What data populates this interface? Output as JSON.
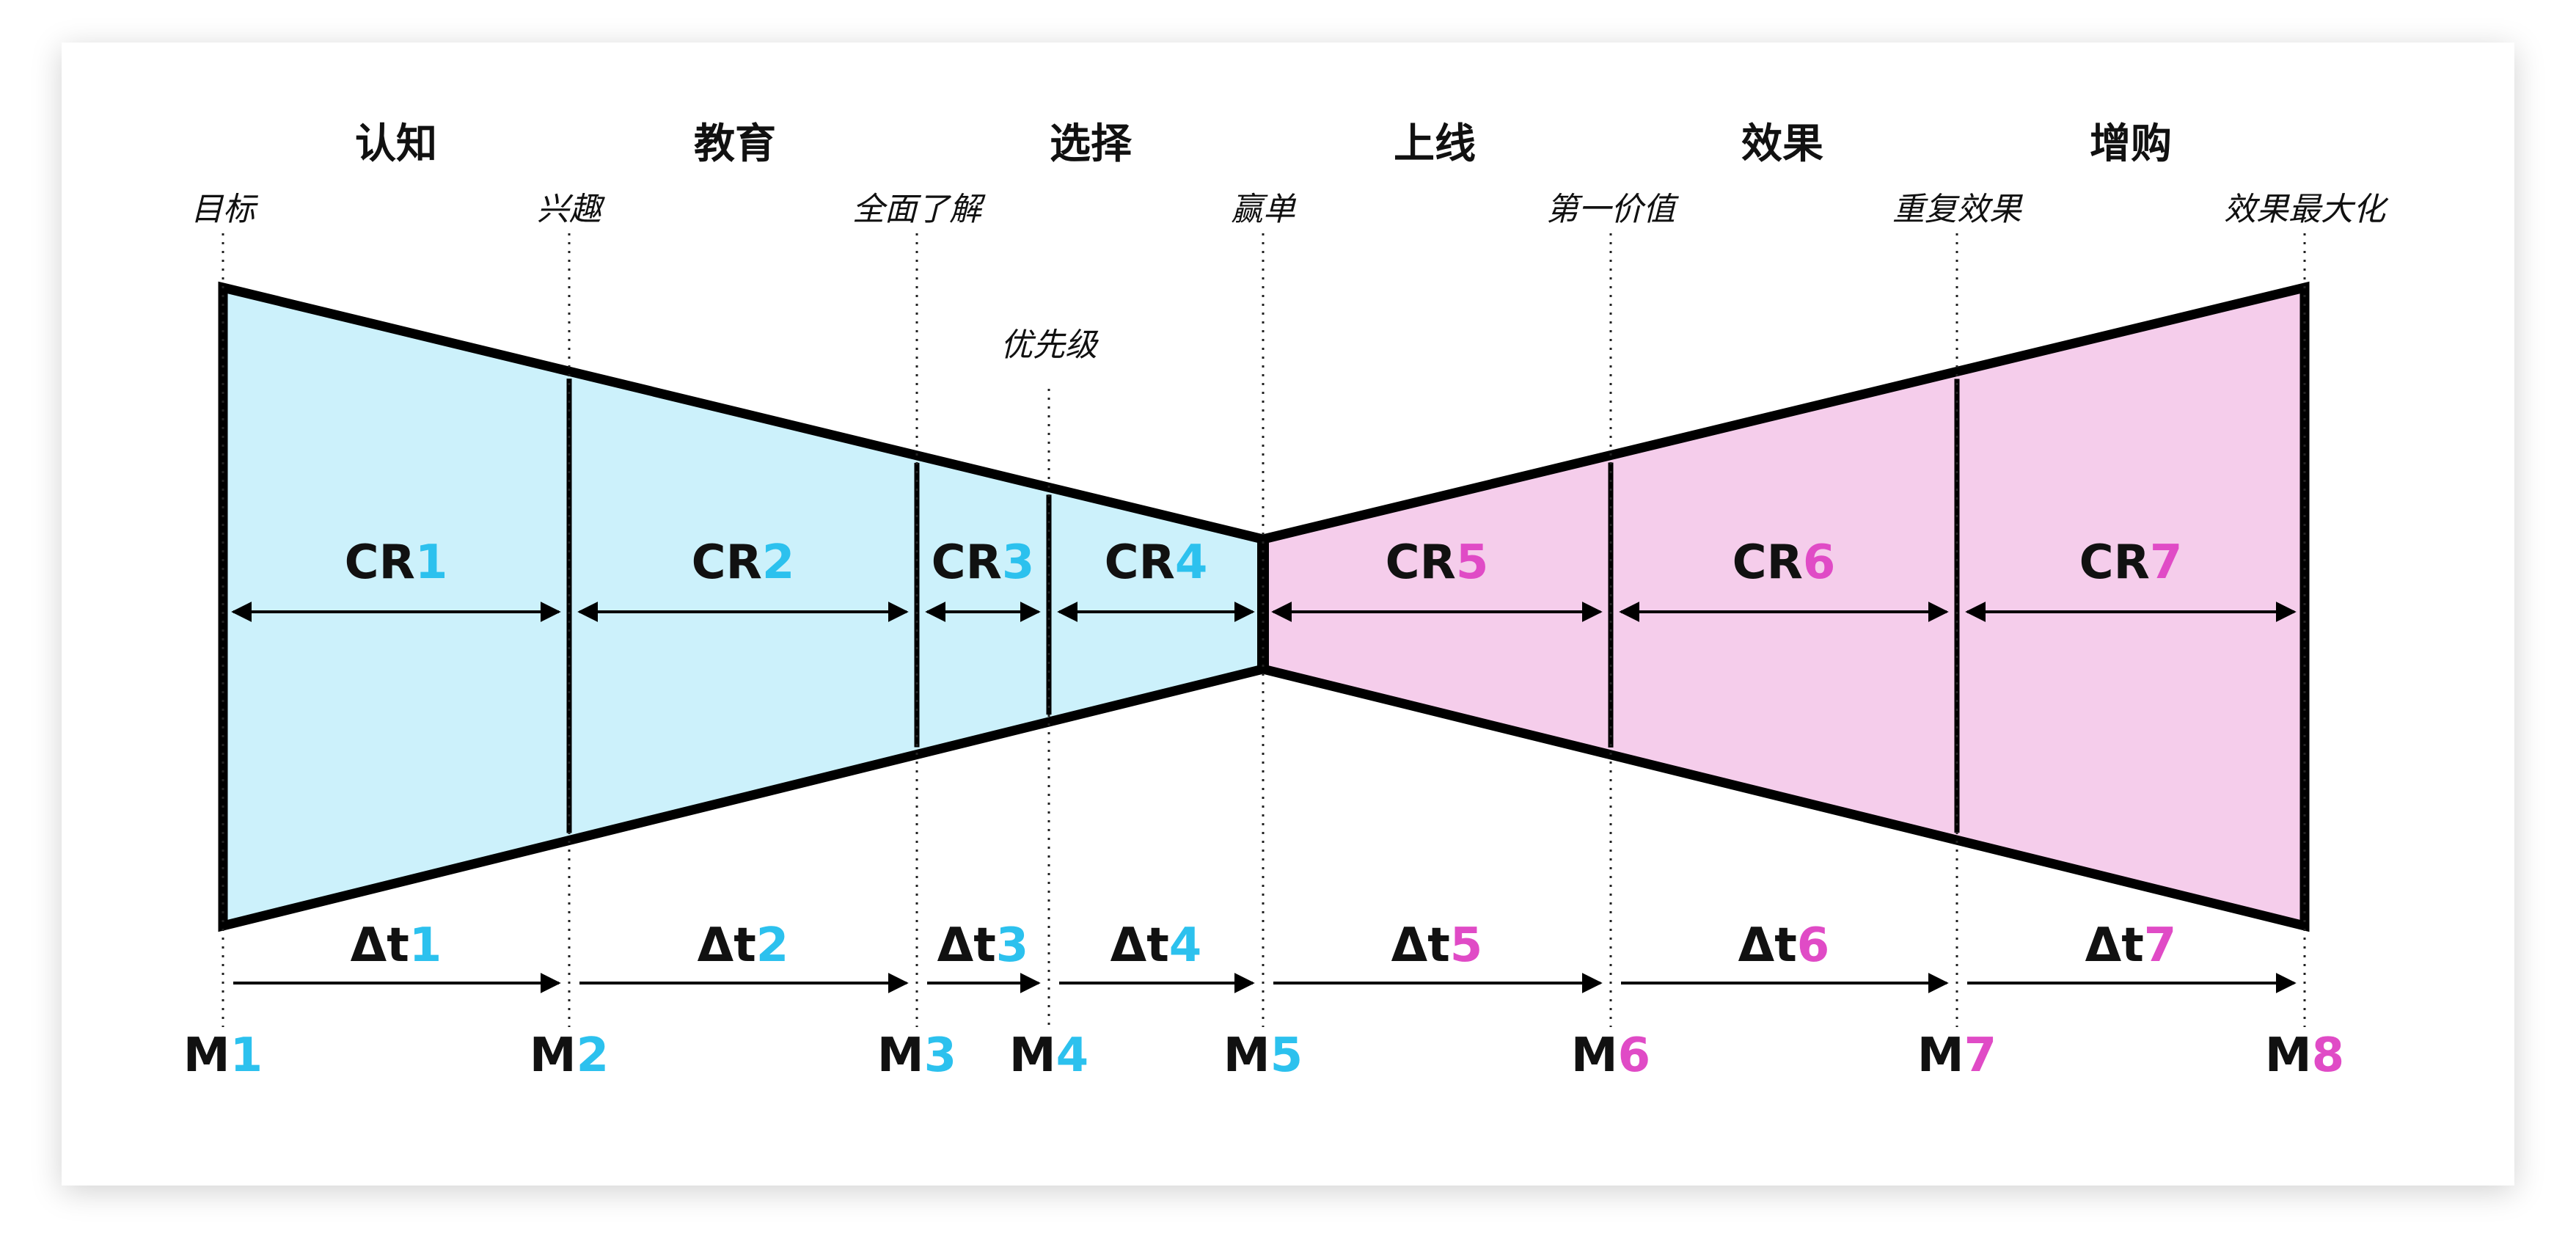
{
  "colors": {
    "left_fill": "#CCF1FB",
    "right_fill": "#F5CDEB",
    "outline": "#000000",
    "cyan": "#2CC1EE",
    "magenta": "#E04BC6"
  },
  "stages": [
    {
      "label": "认知"
    },
    {
      "label": "教育"
    },
    {
      "label": "选择"
    },
    {
      "label": "上线"
    },
    {
      "label": "效果"
    },
    {
      "label": "增购"
    }
  ],
  "milestone_labels": [
    "目标",
    "兴趣",
    "全面了解",
    "赢单",
    "第一价值",
    "重复效果",
    "效果最大化"
  ],
  "extra_label": "优先级",
  "segments": [
    {
      "cr_prefix": "CR",
      "cr_num": "1",
      "dt_prefix": "Δt",
      "dt_num": "1",
      "accent": "cyan"
    },
    {
      "cr_prefix": "CR",
      "cr_num": "2",
      "dt_prefix": "Δt",
      "dt_num": "2",
      "accent": "cyan"
    },
    {
      "cr_prefix": "CR",
      "cr_num": "3",
      "dt_prefix": "Δt",
      "dt_num": "3",
      "accent": "cyan"
    },
    {
      "cr_prefix": "CR",
      "cr_num": "4",
      "dt_prefix": "Δt",
      "dt_num": "4",
      "accent": "cyan"
    },
    {
      "cr_prefix": "CR",
      "cr_num": "5",
      "dt_prefix": "Δt",
      "dt_num": "5",
      "accent": "magenta"
    },
    {
      "cr_prefix": "CR",
      "cr_num": "6",
      "dt_prefix": "Δt",
      "dt_num": "6",
      "accent": "magenta"
    },
    {
      "cr_prefix": "CR",
      "cr_num": "7",
      "dt_prefix": "Δt",
      "dt_num": "7",
      "accent": "magenta"
    }
  ],
  "milestones": [
    {
      "prefix": "M",
      "num": "1",
      "accent": "cyan"
    },
    {
      "prefix": "M",
      "num": "2",
      "accent": "cyan"
    },
    {
      "prefix": "M",
      "num": "3",
      "accent": "cyan"
    },
    {
      "prefix": "M",
      "num": "4",
      "accent": "cyan"
    },
    {
      "prefix": "M",
      "num": "5",
      "accent": "cyan"
    },
    {
      "prefix": "M",
      "num": "6",
      "accent": "magenta"
    },
    {
      "prefix": "M",
      "num": "7",
      "accent": "magenta"
    },
    {
      "prefix": "M",
      "num": "8",
      "accent": "magenta"
    }
  ]
}
